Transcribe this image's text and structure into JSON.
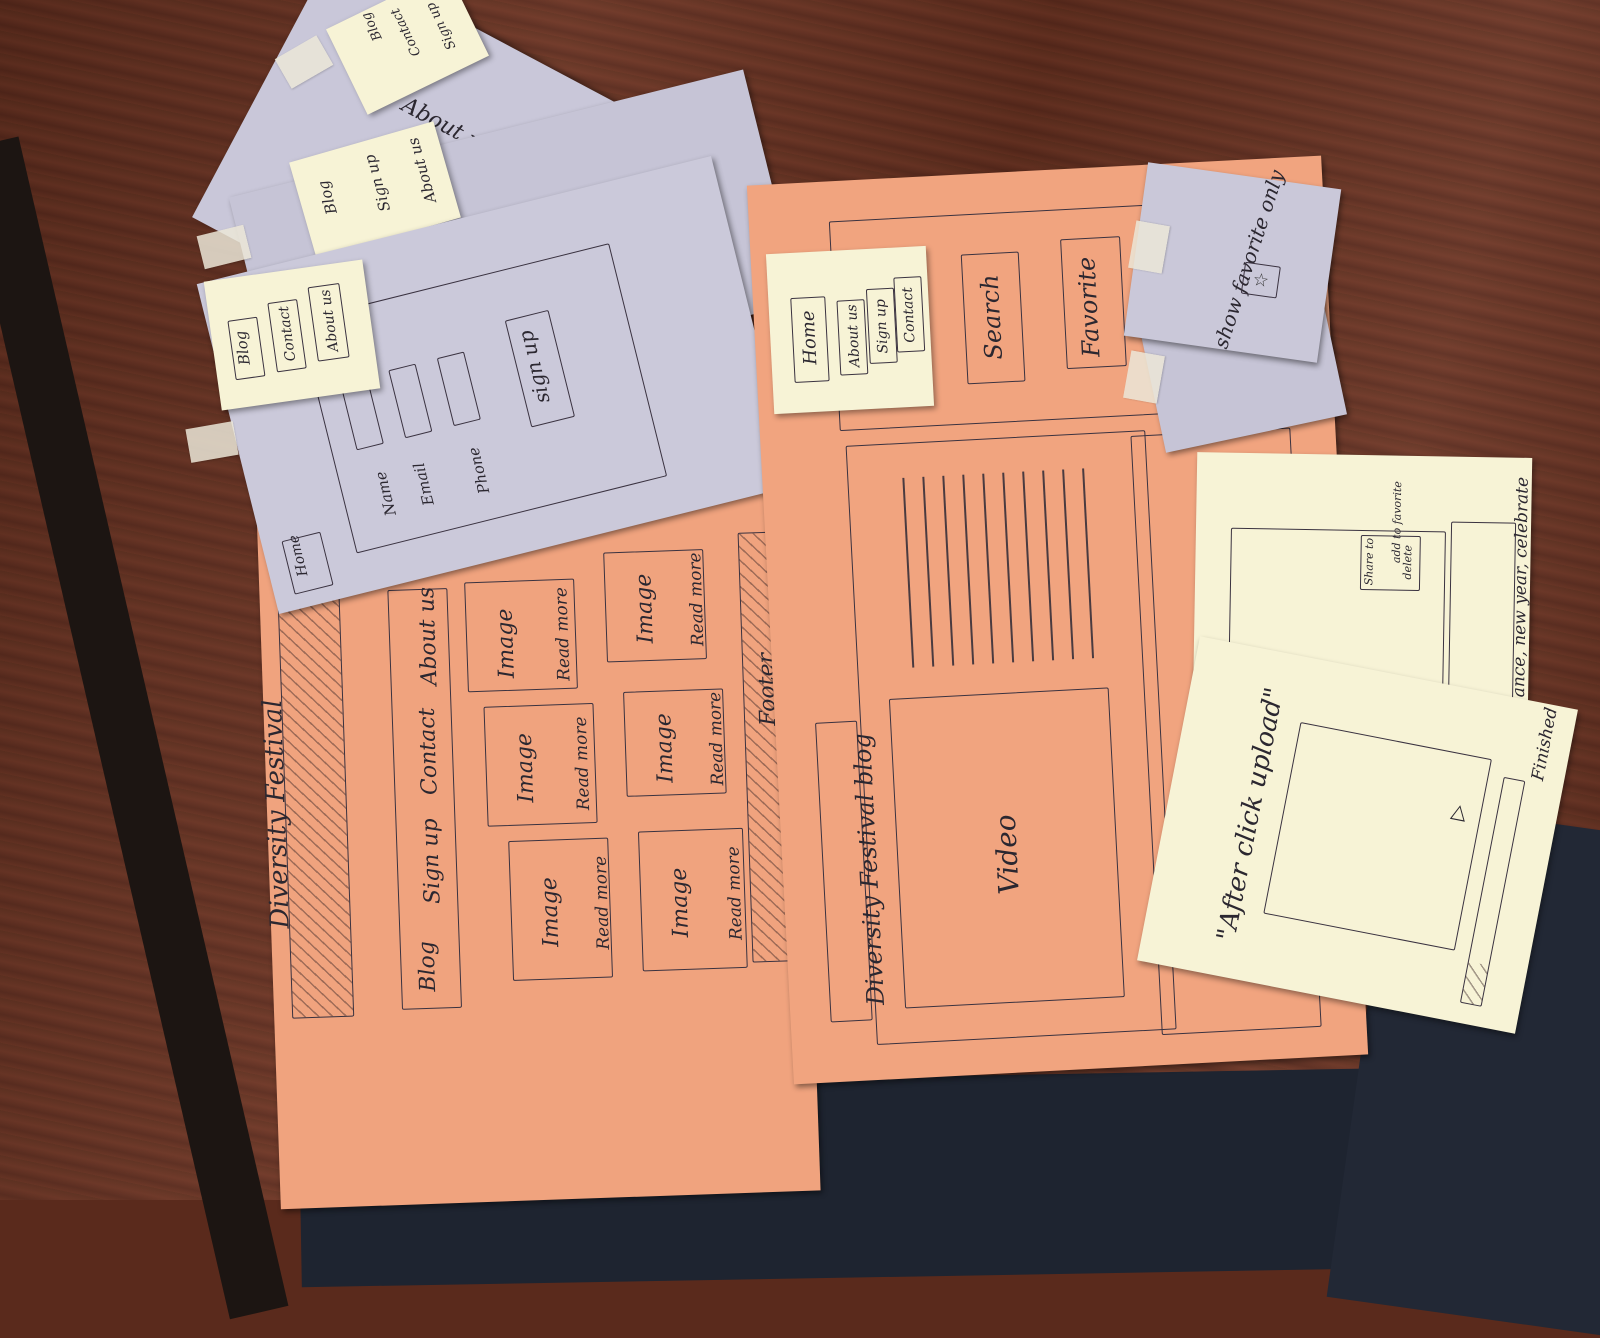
{
  "left_sheet": {
    "header_title": "Diversity Festival",
    "nav": [
      "Blog",
      "Sign up",
      "Contact",
      "About us"
    ],
    "cards": [
      {
        "image": "Image",
        "read_more": "Read more"
      },
      {
        "image": "Image",
        "read_more": "Read more"
      },
      {
        "image": "Image",
        "read_more": "Read more"
      },
      {
        "image": "Image",
        "read_more": "Read more"
      },
      {
        "image": "Image",
        "read_more": "Read more"
      },
      {
        "image": "Image",
        "read_more": "Read more"
      }
    ],
    "footer": "Footer"
  },
  "signup_sheet": {
    "home_tab": "Home",
    "fields": [
      "Name",
      "Email",
      "Phone"
    ],
    "submit": "sign up",
    "sticky_menu": [
      "Blog",
      "Contact",
      "About us"
    ]
  },
  "middle_sheet": {
    "sticky_menu": [
      "Blog",
      "Sign up",
      "About us"
    ]
  },
  "top_sheet": {
    "sticky_menu": [
      "Blog",
      "Contact",
      "Sign up"
    ],
    "partial_text": "About us"
  },
  "right_sheet": {
    "blog_title": "Diversity Festival blog",
    "video_label": "Video",
    "search_label": "Search",
    "favorite_label": "Favorite",
    "sticky_menu": [
      "Home",
      "About us",
      "Sign up",
      "Contact"
    ],
    "favorite_popup": "show favorite only"
  },
  "upload_note": {
    "actions": [
      "Share to",
      "add to favorite",
      "delete"
    ],
    "tags": "Tags, dance, new year, celebrate"
  },
  "after_upload_note": {
    "title": "\"After click upload\"",
    "finished": "Finished"
  },
  "colors": {
    "orange_paper": "#f0a37e",
    "lavender_paper": "#c8c6d8",
    "sticky_note": "#f7f3d6",
    "table_wood": "#6b3322"
  }
}
